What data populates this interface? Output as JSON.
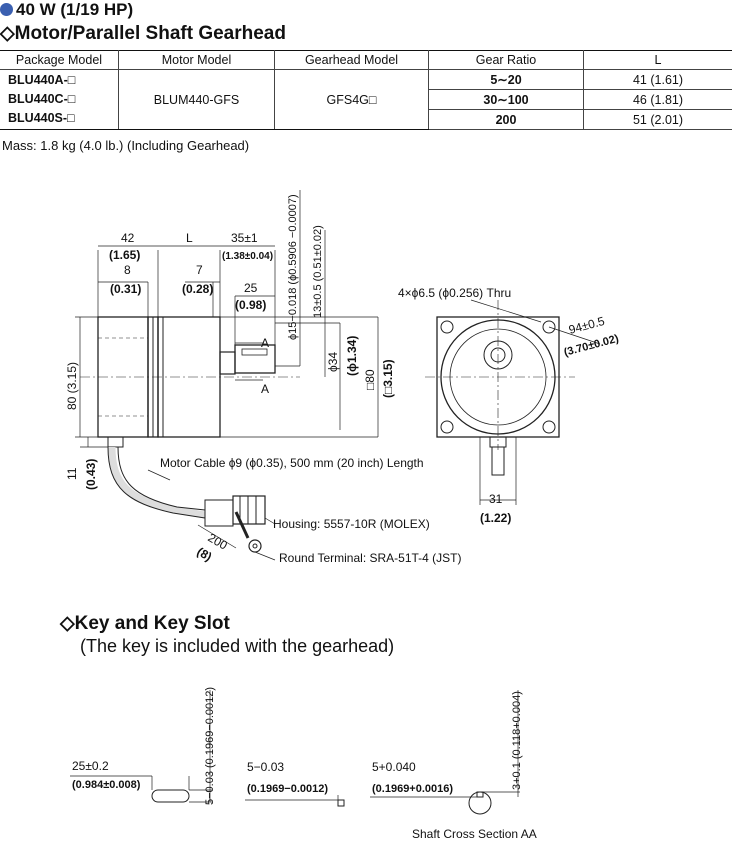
{
  "header": {
    "title": "40 W (1/19 HP)",
    "subtitle": "◇Motor/Parallel Shaft Gearhead"
  },
  "table": {
    "columns": [
      "Package Model",
      "Motor Model",
      "Gearhead Model",
      "Gear Ratio",
      "L"
    ],
    "packages": [
      "BLU440A-□",
      "BLU440C-□",
      "BLU440S-□"
    ],
    "motor_model": "BLUM440-GFS",
    "gearhead_model": "GFS4G□",
    "ratios": [
      "5∼20",
      "30∼100",
      "200"
    ],
    "l_values": [
      "41 (1.61)",
      "46 (1.81)",
      "51 (2.01)"
    ]
  },
  "mass": "Mass: 1.8 kg (4.0 lb.) (Including Gearhead)",
  "drawing": {
    "dim_42": "42",
    "dim_1_65": "(1.65)",
    "dim_L": "L",
    "dim_35": "35±1",
    "dim_1_38": "(1.38±0.04)",
    "dim_8": "8",
    "dim_0_31": "(0.31)",
    "dim_7": "7",
    "dim_0_28": "(0.28)",
    "dim_25": "25",
    "dim_0_98": "(0.98)",
    "shaft_dia": "ϕ15−0.018 (ϕ0.5906 −0.0007)",
    "dim_13": "13±0.5 (0.51±0.02)",
    "section_a": "A",
    "dim_80": "80 (3.15)",
    "dim_34": "ϕ34",
    "dim_1_34": "(ϕ1.34)",
    "dim_sq80": "□80",
    "dim_sq3_15": "(□3.15)",
    "dim_11": "11",
    "dim_0_43": "(0.43)",
    "motor_cable": "Motor Cable ϕ9 (ϕ0.35), 500 mm (20 inch) Length",
    "housing": "Housing: 5557-10R (MOLEX)",
    "terminal": "Round Terminal: SRA-51T-4 (JST)",
    "dim_200": "200",
    "dim_8b": "(8)",
    "holes": "4×ϕ6.5 (ϕ0.256) Thru",
    "dim_94": "94±0.5",
    "dim_3_70": "(3.70±0.02)",
    "dim_31": "31",
    "dim_1_22": "(1.22)"
  },
  "key": {
    "title": "◇Key and Key Slot",
    "note": "(The key is included with the gearhead)",
    "len": "25±0.2",
    "len_in": "(0.984±0.008)",
    "h": "5−0.03 (0.1969−0.0012)",
    "w": "5−0.03",
    "w_in": "(0.1969−0.0012)",
    "slot": "5+0.040",
    "slot_in": "(0.1969+0.0016)",
    "depth": "3+0.1 (0.118+0.004)",
    "caption": "Shaft Cross Section AA"
  }
}
